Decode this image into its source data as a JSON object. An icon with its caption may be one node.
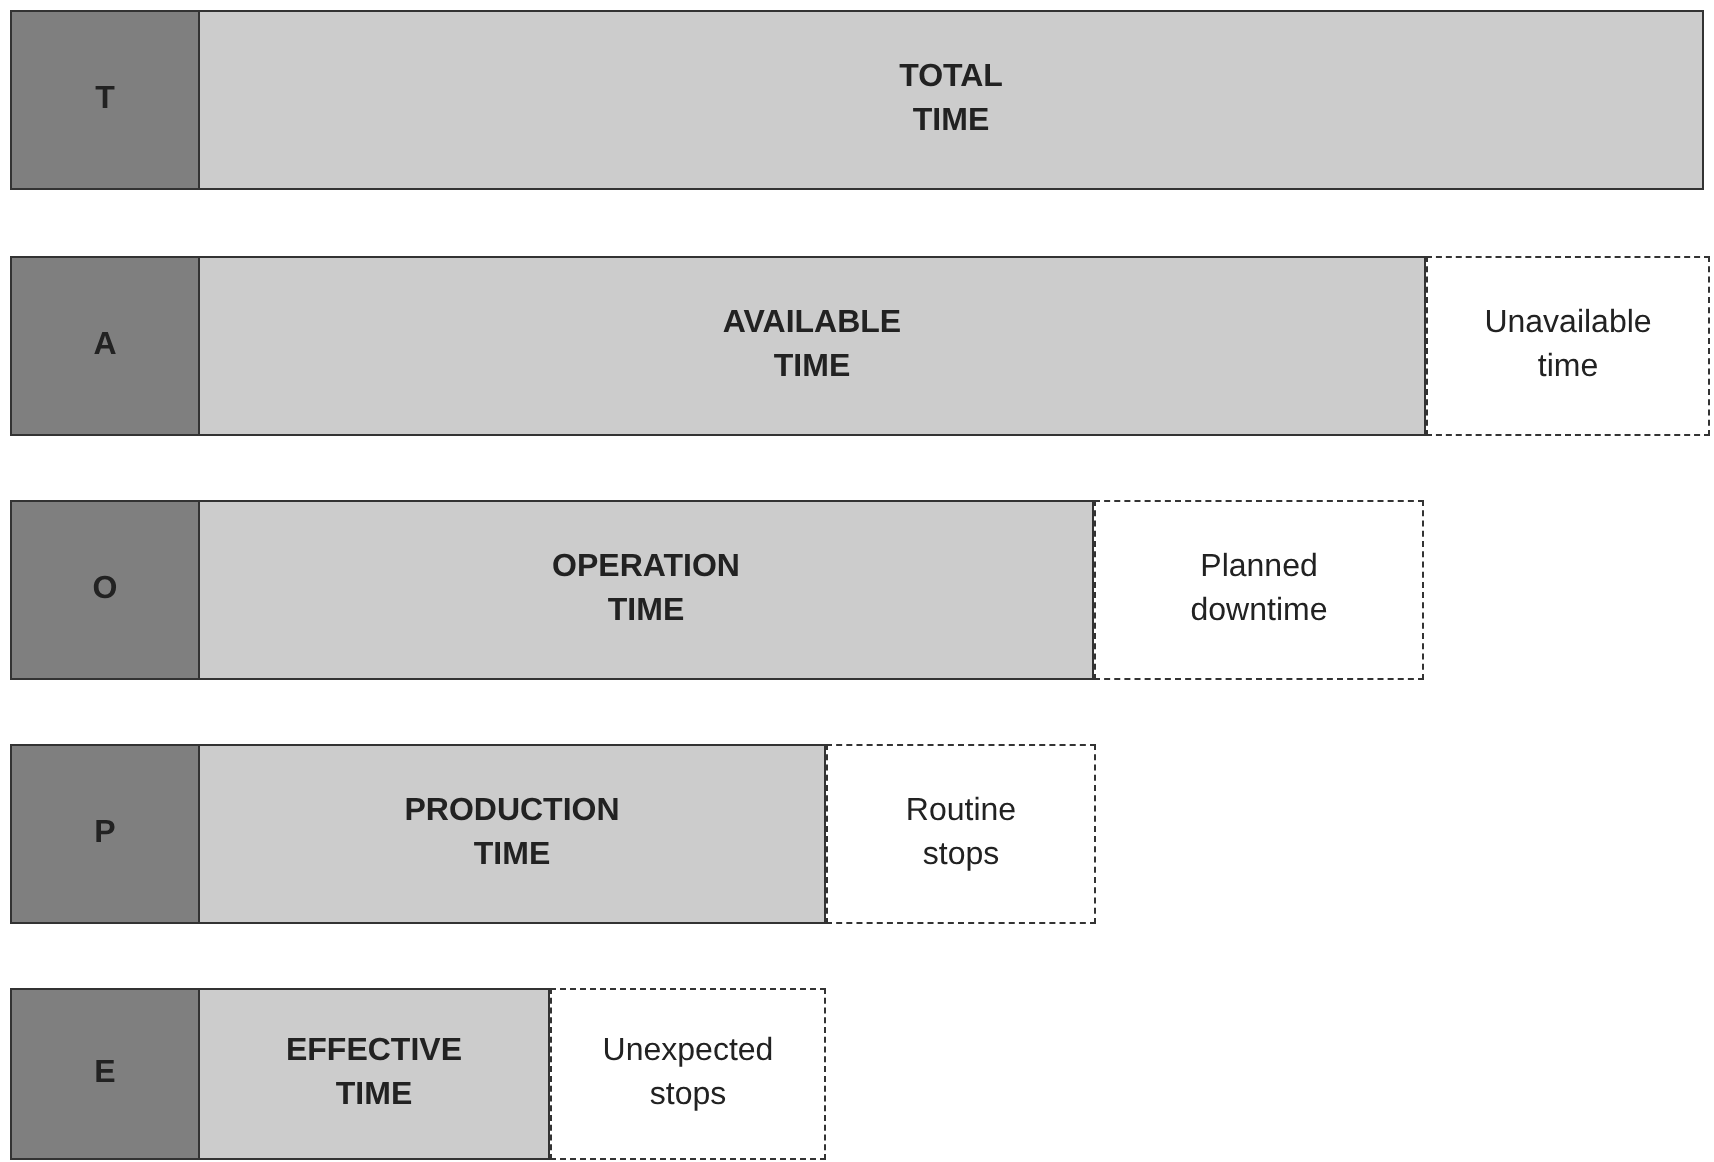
{
  "diagram": {
    "nodes": [
      {
        "text": [
          "T"
        ]
      },
      {
        "text": [
          "TOTAL TIME"
        ]
      },
      {
        "text": [
          "A"
        ]
      },
      {
        "text": [
          "AVAILABLE TIME"
        ]
      },
      {
        "text": [
          "Unavailable time"
        ]
      },
      {
        "text": [
          "O"
        ]
      },
      {
        "text": [
          "OPERATION TIME"
        ]
      },
      {
        "text": [
          "Planned downtime"
        ]
      },
      {
        "text": [
          "P"
        ]
      },
      {
        "text": [
          "PRODUCTION TIME"
        ]
      },
      {
        "text": [
          "Routine stops"
        ]
      },
      {
        "text": [
          "E"
        ]
      },
      {
        "text": [
          "EFFECTIVE TIME"
        ]
      },
      {
        "text": [
          "Unexpected stops"
        ]
      }
    ],
    "edges": []
  }
}
